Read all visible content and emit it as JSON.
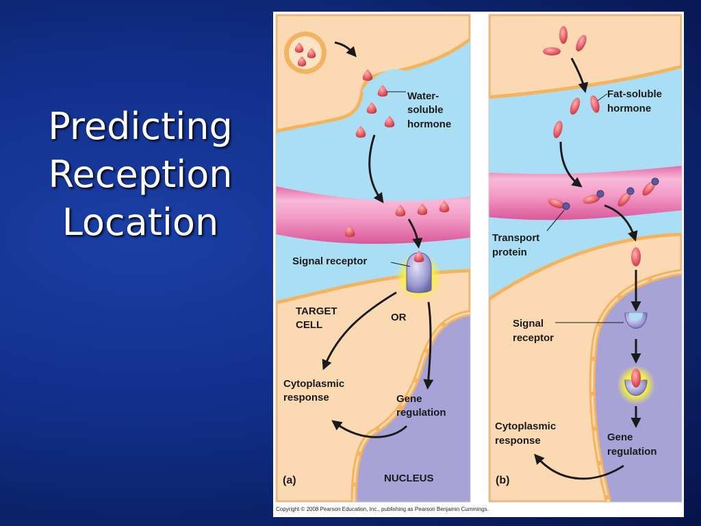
{
  "slide": {
    "title_lines": [
      "Predicting",
      "Reception",
      "Location"
    ]
  },
  "figure": {
    "copyright": "Copyright © 2008 Pearson Education, Inc., publishing as Pearson Benjamin Cummings.",
    "panel_a": {
      "tag": "(a)",
      "hormone_label_lines": [
        "Water-",
        "soluble",
        "hormone"
      ],
      "receptor_label": "Signal receptor",
      "target_cell_lines": [
        "TARGET",
        "CELL"
      ],
      "or_label": "OR",
      "cytoplasmic_lines": [
        "Cytoplasmic",
        "response"
      ],
      "gene_lines": [
        "Gene",
        "regulation"
      ],
      "nucleus_label": "NUCLEUS"
    },
    "panel_b": {
      "tag": "(b)",
      "hormone_label_lines": [
        "Fat-soluble",
        "hormone"
      ],
      "transport_lines": [
        "Transport",
        "protein"
      ],
      "receptor_lines": [
        "Signal",
        "receptor"
      ],
      "cytoplasmic_lines": [
        "Cytoplasmic",
        "response"
      ],
      "gene_lines": [
        "Gene",
        "regulation"
      ]
    },
    "colors": {
      "cytoplasm": "#fbd9b2",
      "extracellular": "#a9def5",
      "membrane_orange": "#f4b35f",
      "blood_vessel": "#f08fc0",
      "nucleus": "#a7a3d6",
      "hormone": "#e8606a",
      "receptor": "#9a98d0",
      "glow": "#f8f23a"
    }
  }
}
